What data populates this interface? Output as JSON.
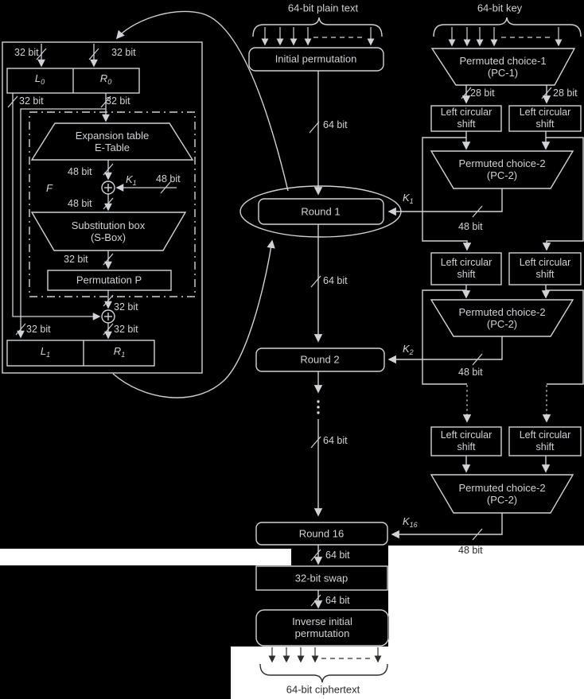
{
  "colors": {
    "background": "#000000",
    "stroke": "#cfd2d6",
    "patch": "#ffffff"
  },
  "detail_panel": {
    "bit32": "32 bit",
    "bit48": "48 bit",
    "l0": {
      "base": "L",
      "sub": "0"
    },
    "r0": {
      "base": "R",
      "sub": "0"
    },
    "l1": {
      "base": "L",
      "sub": "1"
    },
    "r1": {
      "base": "R",
      "sub": "1"
    },
    "f_label": "F",
    "k1": {
      "base": "K",
      "sub": "1"
    },
    "expansion_line1": "Expansion table",
    "expansion_line2": "E-Table",
    "sbox_line1": "Substitution box",
    "sbox_line2": "(S-Box)",
    "permutation_p": "Permutation P"
  },
  "main_flow": {
    "plaintext": "64-bit plain text",
    "initial_permutation": "Initial permutation",
    "bit64": "64 bit",
    "round1": "Round 1",
    "round2": "Round 2",
    "round16": "Round 16",
    "swap": "32-bit swap",
    "inverse_line1": "Inverse initial",
    "inverse_line2": "permutation",
    "ciphertext": "64-bit ciphertext"
  },
  "key_schedule": {
    "key": "64-bit key",
    "pc1_line1": "Permuted choice-1",
    "pc1_line2": "(PC-1)",
    "bit28": "28 bit",
    "shift_line1": "Left circular",
    "shift_line2": "shift",
    "pc2_line1": "Permuted choice-2",
    "pc2_line2": "(PC-2)",
    "bit48": "48 bit",
    "k1": {
      "base": "K",
      "sub": "1"
    },
    "k2": {
      "base": "K",
      "sub": "2"
    },
    "k16": {
      "base": "K",
      "sub": "16"
    }
  }
}
